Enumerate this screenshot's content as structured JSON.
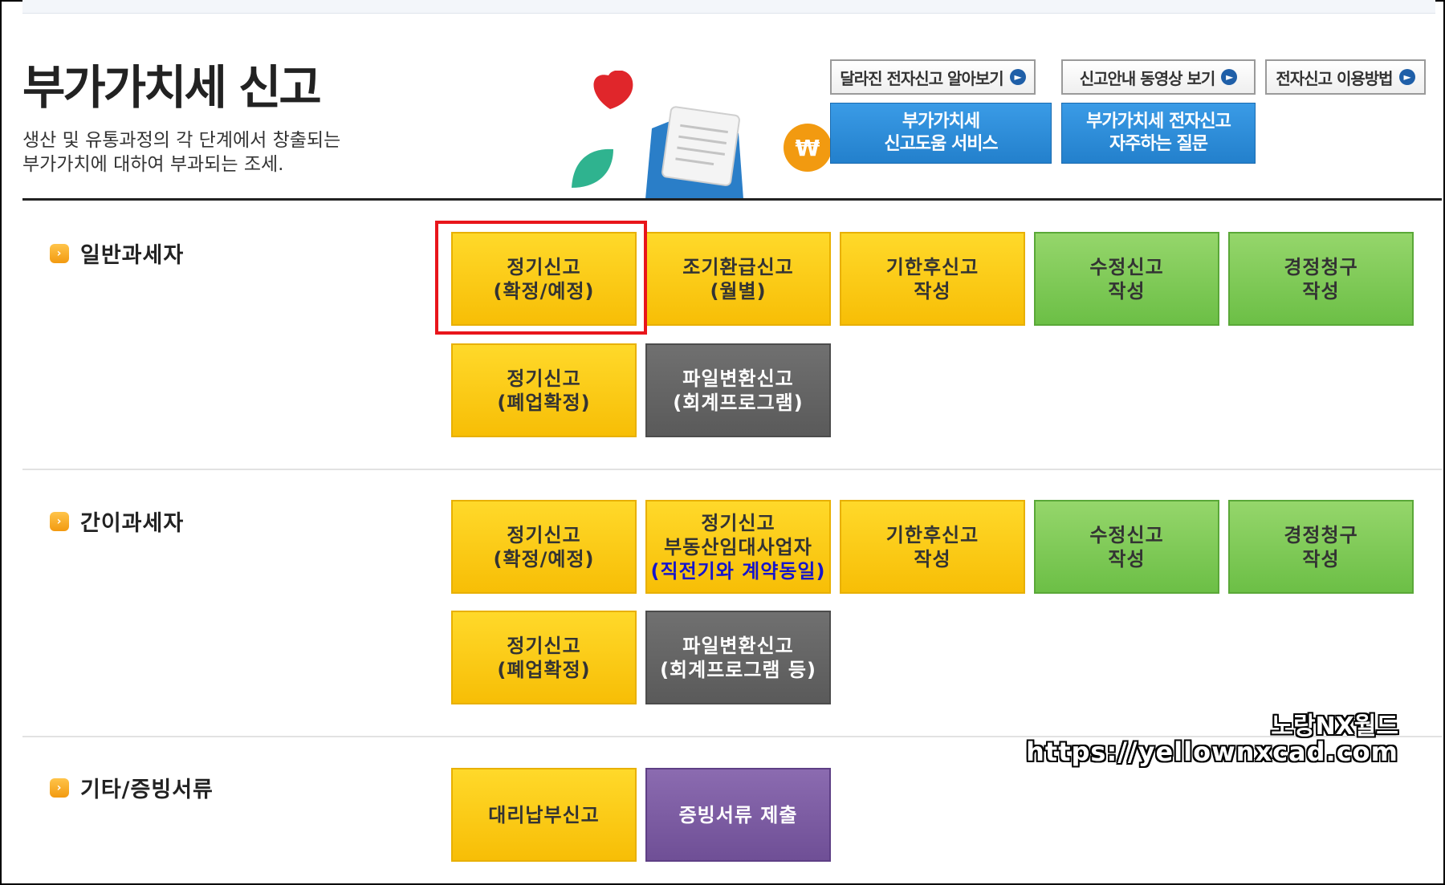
{
  "header": {
    "title": "부가가치세 신고",
    "description_line1": "생산 및 유통과정의 각 단계에서 창출되는",
    "description_line2": "부가가치에 대하여 부과되는 조세."
  },
  "top_links": [
    {
      "label": "달라진 전자신고 알아보기"
    },
    {
      "label": "신고안내 동영상 보기"
    },
    {
      "label": "전자신고 이용방법"
    }
  ],
  "blue_buttons": [
    {
      "line1": "부가가치세",
      "line2": "신고도움 서비스"
    },
    {
      "line1": "부가가치세 전자신고",
      "line2": "자주하는 질문"
    }
  ],
  "sections": {
    "general": {
      "label": "일반과세자",
      "tiles": [
        {
          "line1": "정기신고",
          "line2": "(확정/예정)"
        },
        {
          "line1": "조기환급신고",
          "line2": "(월별)"
        },
        {
          "line1": "기한후신고",
          "line2": "작성"
        },
        {
          "line1": "수정신고",
          "line2": "작성"
        },
        {
          "line1": "경정청구",
          "line2": "작성"
        },
        {
          "line1": "정기신고",
          "line2": "(폐업확정)"
        },
        {
          "line1": "파일변환신고",
          "line2": "(회계프로그램)"
        }
      ]
    },
    "simple": {
      "label": "간이과세자",
      "tiles": [
        {
          "line1": "정기신고",
          "line2": "(확정/예정)"
        },
        {
          "line1": "정기신고",
          "line2": "부동산임대사업자",
          "line3": "(직전기와 계약동일)"
        },
        {
          "line1": "기한후신고",
          "line2": "작성"
        },
        {
          "line1": "수정신고",
          "line2": "작성"
        },
        {
          "line1": "경정청구",
          "line2": "작성"
        },
        {
          "line1": "정기신고",
          "line2": "(폐업확정)"
        },
        {
          "line1": "파일변환신고",
          "line2": "(회계프로그램 등)"
        }
      ]
    },
    "other": {
      "label": "기타/증빙서류",
      "tiles": [
        {
          "line1": "대리납부신고"
        },
        {
          "line1": "증빙서류 제출"
        }
      ]
    }
  },
  "watermark": {
    "line1": "노랑NX월드",
    "line2": "https://yellownxcad.com"
  },
  "colors": {
    "yellow": "#f7be06",
    "green": "#6cbf46",
    "gray": "#5a5a5a",
    "purple": "#6f4f96",
    "blue": "#2380cc",
    "highlight": "#e8151b"
  },
  "icons": [
    "heart-icon",
    "leaf-icon",
    "envelope-document-icon",
    "won-coin-icon",
    "arrow-right-circle-icon",
    "bullet-arrow-icon"
  ]
}
